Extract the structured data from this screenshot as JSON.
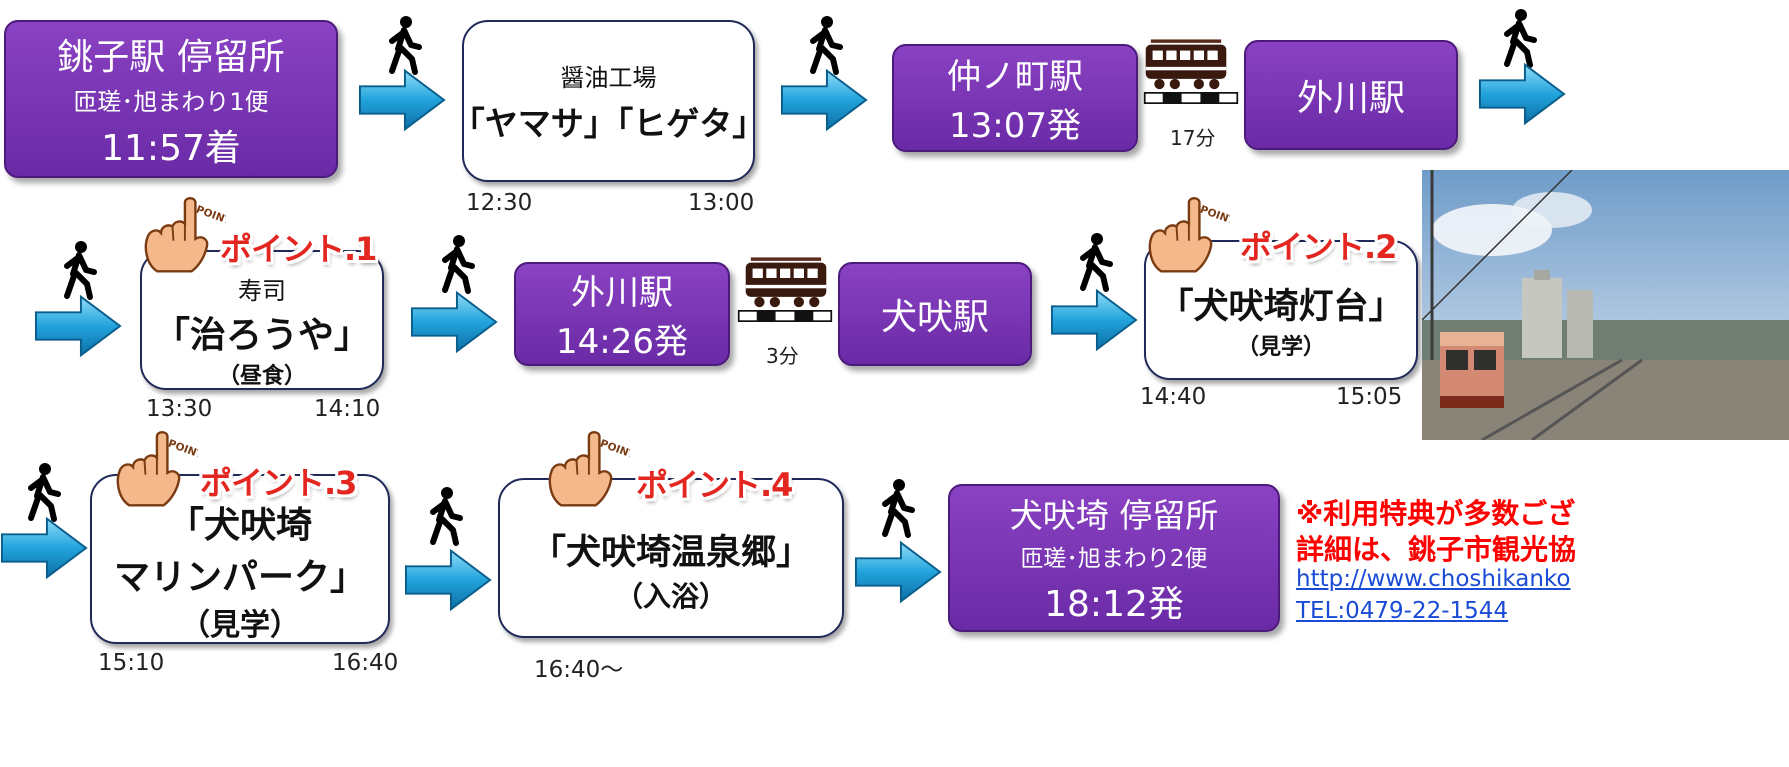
{
  "colors": {
    "purple": "#7a38b8",
    "arrow": "#28a8df",
    "point_red": "#e3261f"
  },
  "icons": {
    "walk": "walking-person-icon",
    "arrow": "right-arrow-icon",
    "train": "train-icon",
    "point": "pointing-hand-icon"
  },
  "row1": {
    "choshi": {
      "l1": "銚子駅 停留所",
      "l2": "匝瑳･旭まわり1便",
      "l3": "11:57着"
    },
    "yamasa": {
      "l1": "醤油工場",
      "l2": "「ヤマサ」「ヒゲタ」",
      "t_start": "12:30",
      "t_end": "13:00"
    },
    "nakanocho": {
      "l1": "仲ノ町駅",
      "l2": "13:07発"
    },
    "train_min": "17分",
    "togawa": {
      "l1": "外川駅"
    }
  },
  "row2": {
    "sushi": {
      "point": "ポイント.1",
      "l1": "寿司",
      "l2": "「治ろうや」",
      "l3": "（昼食）",
      "t_start": "13:30",
      "t_end": "14:10"
    },
    "togawa2": {
      "l1": "外川駅",
      "l2": "14:26発"
    },
    "train_min": "3分",
    "inubo": {
      "l1": "犬吠駅"
    },
    "lighthouse": {
      "point": "ポイント.2",
      "l1": "「犬吠埼灯台」",
      "l2": "（見学）",
      "t_start": "14:40",
      "t_end": "15:05"
    }
  },
  "row3": {
    "marine": {
      "point": "ポイント.3",
      "l1": "「犬吠埼",
      "l2": "マリンパーク」",
      "l3": "（見学）",
      "t_start": "15:10",
      "t_end": "16:40"
    },
    "onsen": {
      "point": "ポイント.4",
      "l1": "「犬吠埼温泉郷」",
      "l2": "（入浴）",
      "t_start": "16:40～"
    },
    "inubozaki": {
      "l1": "犬吠埼 停留所",
      "l2": "匝瑳･旭まわり2便",
      "l3": "18:12発"
    },
    "note1": "※利用特典が多数ござ",
    "note2": "詳細は、銚子市観光協",
    "url": "http://www.choshikanko",
    "tel": "TEL:0479-22-1544"
  }
}
